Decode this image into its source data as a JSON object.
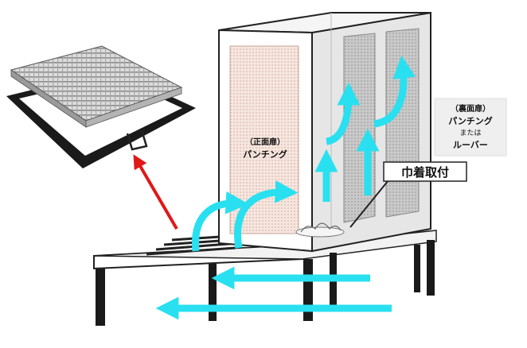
{
  "labels": {
    "front_door_title": "（正面扉）",
    "front_door_type": "パンチング",
    "rear_door_title": "（裏面扉）",
    "rear_door_type": "パンチング",
    "rear_door_or": "または",
    "rear_door_alt": "ルーバー",
    "mount_callout": "巾着取付"
  },
  "colors": {
    "airflow": "#29e0f0",
    "pointer": "#e01818",
    "panel_front": "#f3e2da",
    "panel_rear": "#c4c4c4",
    "outline": "#222222"
  },
  "icons": {
    "airflow": "airflow-arrow-icon",
    "pointer": "pointer-arrow-icon"
  }
}
